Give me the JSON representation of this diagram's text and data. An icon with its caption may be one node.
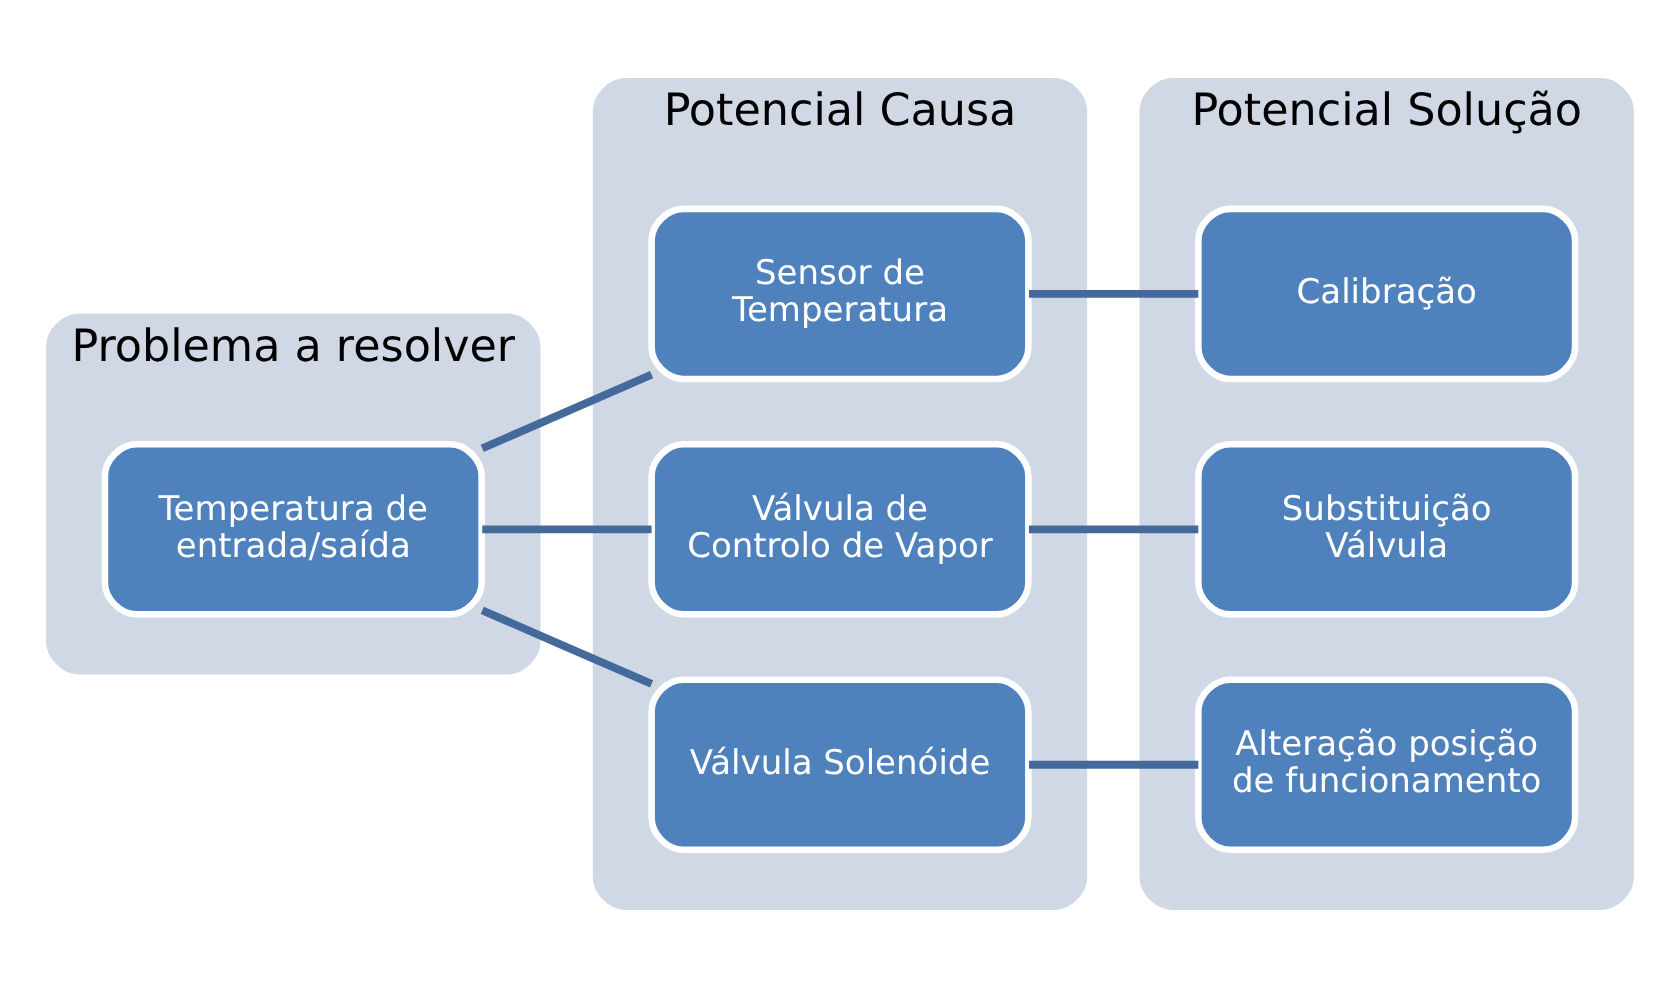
{
  "diagram": {
    "nodes": [
      {
        "text": [
          "Problema a resolver"
        ]
      },
      {
        "text": [
          "Temperatura de entrada/saída"
        ],
        "in": 0
      },
      {
        "text": [
          "Potencial Causa"
        ]
      },
      {
        "text": [
          "Sensor de Temperatura"
        ],
        "in": 2
      },
      {
        "text": [
          "Válvula de Controlo de Vapor"
        ],
        "in": 2
      },
      {
        "text": [
          "Válvula Solenóide"
        ],
        "in": 2
      },
      {
        "text": [
          "Potencial Solução"
        ]
      },
      {
        "text": [
          "Calibração"
        ],
        "in": 6
      },
      {
        "text": [
          "Substituição Válvula"
        ],
        "in": 6
      },
      {
        "text": [
          "Alteração posição de funcionamento"
        ],
        "in": 6
      }
    ],
    "edges": [
      {
        "from": 1,
        "to": 3,
        "arrow": "none"
      },
      {
        "from": 1,
        "to": 4,
        "arrow": "none"
      },
      {
        "from": 1,
        "to": 5,
        "arrow": "none"
      },
      {
        "from": 3,
        "to": 7,
        "arrow": "none"
      },
      {
        "from": 4,
        "to": 8,
        "arrow": "none"
      },
      {
        "from": 5,
        "to": 9,
        "arrow": "none"
      }
    ]
  }
}
